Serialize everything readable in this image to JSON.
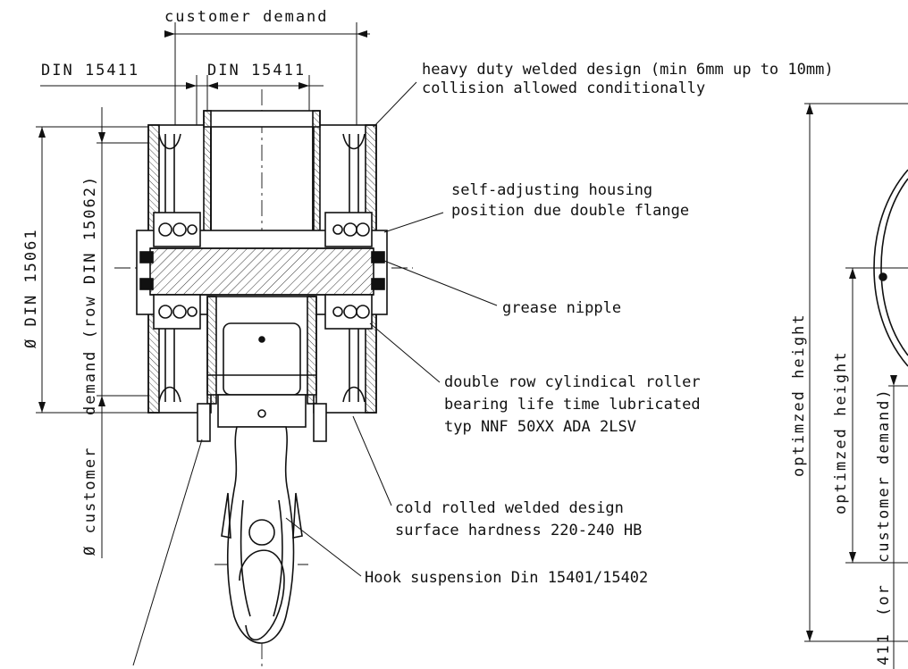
{
  "dimensions": {
    "customer_demand_top": "customer demand",
    "din_left": "DIN 15411",
    "din_right": "DIN 15411",
    "dia_din_15061": "Ø DIN 15061",
    "demand_row_din": "demand (row DIN 15062)",
    "dia_customer": "Ø customer",
    "optimized_height_outer": "optimzed height",
    "optimized_height_inner": "optimzed height",
    "customer_demand_right": "customer demand)",
    "or_prefix": "(or",
    "din_411_partial": "411"
  },
  "annotations": {
    "welded_line1": "heavy duty welded design (min 6mm up to 10mm)",
    "welded_line2": "collision allowed conditionally",
    "housing_line1": "self-adjusting housing",
    "housing_line2": "position due double flange",
    "grease": "grease nipple",
    "bearing_line1": "double row cylindical roller",
    "bearing_line2": "bearing life time lubricated",
    "bearing_line3": "typ NNF 50XX ADA 2LSV",
    "cold_line1": "cold rolled welded design",
    "cold_line2": "surface hardness 220-240 HB",
    "hook": "Hook suspension Din 15401/15402"
  }
}
